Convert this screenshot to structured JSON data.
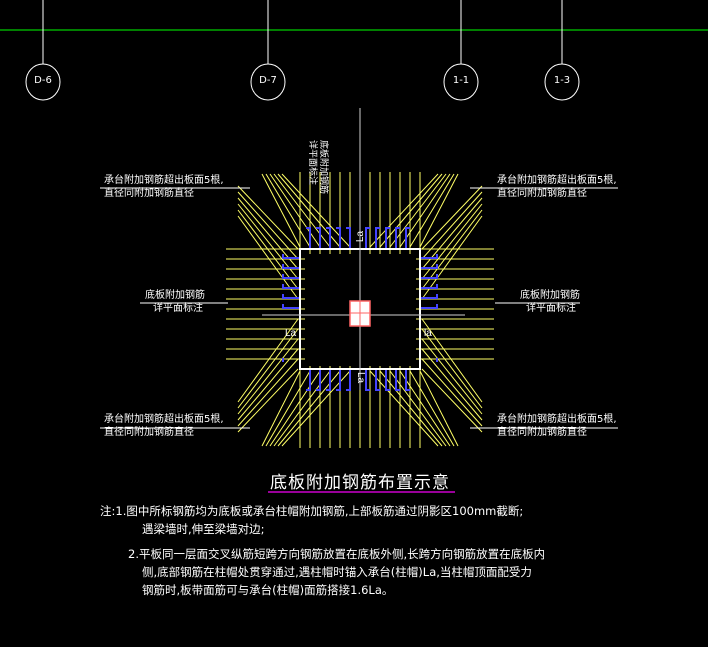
{
  "colors": {
    "background": "#000000",
    "rebar": "#ffff66",
    "outline": "#ffffff",
    "blue_rebar": "#4444ff",
    "grid_line": "#00ff00",
    "title_underline": "#cc00cc",
    "column": "#ff6666"
  },
  "axes": [
    "D-6",
    "D-7",
    "1-1",
    "1-3"
  ],
  "top_label": [
    "底板附加钢筋",
    "详平面标注"
  ],
  "left_labels": {
    "top": [
      "承台附加钢筋超出板面5根,",
      "直径同附加钢筋直径"
    ],
    "middle": [
      "底板附加钢筋",
      "详平面标注"
    ],
    "bottom": [
      "承台附加钢筋超出板面5根,",
      "直径同附加钢筋直径"
    ]
  },
  "right_labels": {
    "top": [
      "承台附加钢筋超出板面5根,",
      "直径同附加钢筋直径"
    ],
    "middle": [
      "底板附加钢筋",
      "详平面标注"
    ],
    "bottom": [
      "承台附加钢筋超出板面5根,",
      "直径同附加钢筋直径"
    ]
  },
  "anchor_label": "La",
  "anchor_label_side": "la",
  "title": "底板附加钢筋布置示意",
  "notes": {
    "n1_line1": "注:1.图中所标钢筋均为底板或承台柱帽附加钢筋,上部板筋通过阴影区100mm截断;",
    "n1_line2": "遇梁墙时,伸至梁墙对边;",
    "n2_line1": "2.平板同一层面交叉纵筋短跨方向钢筋放置在底板外侧,长跨方向钢筋放置在底板内",
    "n2_line2": "侧,底部钢筋在柱帽处贯穿通过,遇柱帽时锚入承台(柱帽)La,当柱帽顶面配受力",
    "n2_line3": "钢筋时,板带面筋可与承台(柱帽)面筋搭接1.6La。"
  }
}
